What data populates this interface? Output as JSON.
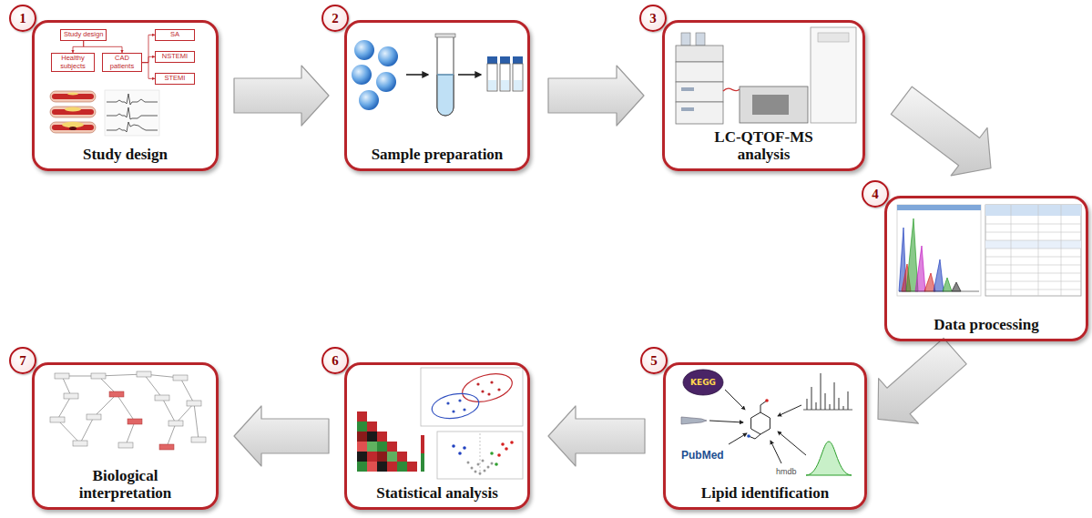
{
  "diagram": {
    "nodes": [
      {
        "text": [
          "Study design"
        ]
      },
      {
        "text": [
          "1"
        ],
        "in": 0
      },
      {
        "text": [
          "Study design"
        ],
        "in": 0
      },
      {
        "text": [
          "Healthy subjects"
        ],
        "in": 0
      },
      {
        "text": [
          "CAD patients"
        ],
        "in": 0
      },
      {
        "text": [
          "SA"
        ],
        "in": 0
      },
      {
        "text": [
          "NSTEMI"
        ],
        "in": 0
      },
      {
        "text": [
          "STEMI"
        ],
        "in": 0
      },
      {
        "text": [
          "Sample preparation"
        ]
      },
      {
        "text": [
          "2"
        ],
        "in": 8
      },
      {
        "text": [
          "LC-QTOF-MS analysis"
        ]
      },
      {
        "text": [
          "3"
        ],
        "in": 10
      },
      {
        "text": [
          "Data processing"
        ]
      },
      {
        "text": [
          "4"
        ],
        "in": 12
      },
      {
        "text": [
          "Lipid identification"
        ]
      },
      {
        "text": [
          "5"
        ],
        "in": 14
      },
      {
        "text": [
          "Statistical analysis"
        ]
      },
      {
        "text": [
          "6"
        ],
        "in": 16
      },
      {
        "text": [
          "Biological interpretation"
        ]
      },
      {
        "text": [
          "7"
        ],
        "in": 18
      }
    ],
    "edges": [
      {
        "from": 0,
        "to": 8,
        "arrow": "to"
      },
      {
        "from": 8,
        "to": 10,
        "arrow": "to"
      },
      {
        "from": 10,
        "to": 12,
        "arrow": "to"
      },
      {
        "from": 12,
        "to": 14,
        "arrow": "to"
      },
      {
        "from": 14,
        "to": 16,
        "arrow": "to"
      },
      {
        "from": 16,
        "to": 18,
        "arrow": "to"
      },
      {
        "from": 2,
        "to": 3,
        "arrow": "to"
      },
      {
        "from": 2,
        "to": 4,
        "arrow": "to"
      },
      {
        "from": 4,
        "to": 5,
        "arrow": "to"
      },
      {
        "from": 4,
        "to": 6,
        "arrow": "to"
      },
      {
        "from": 4,
        "to": 7,
        "arrow": "to"
      }
    ],
    "labels": [
      "KEGG",
      "PubMed",
      "hmdb"
    ]
  }
}
